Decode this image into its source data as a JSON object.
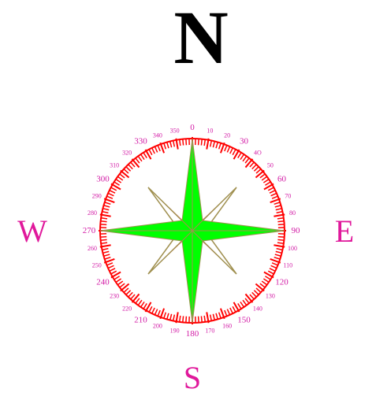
{
  "cardinals": {
    "north": "N",
    "east": "E",
    "south": "S",
    "west": "W"
  },
  "degree_labels": [
    "0",
    "10",
    "20",
    "30",
    "4O",
    "50",
    "60",
    "70",
    "80",
    "90",
    "100",
    "110",
    "120",
    "130",
    "140",
    "150",
    "160",
    "170",
    "180",
    "190",
    "200",
    "210",
    "220",
    "230",
    "240",
    "250",
    "260",
    "270",
    "280",
    "290",
    "300",
    "310",
    "320",
    "330",
    "340",
    "350"
  ],
  "colors": {
    "north_label": "#000000",
    "cardinal_labels": "#e0189b",
    "degree_labels": "#d21aa5",
    "ring": "#ff0000",
    "ticks": "#ff0000",
    "star_main": "#00ff00",
    "star_secondary": "#ff0000",
    "star_outline": "#a09050"
  }
}
